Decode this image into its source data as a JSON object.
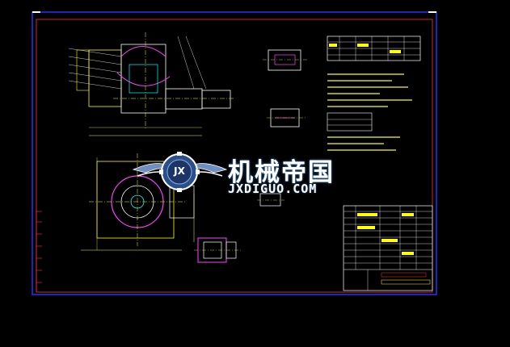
{
  "viewer": {
    "background": "#000000",
    "frame_color": "#1a2bff",
    "title_chip_text": "",
    "side_label_text": ""
  },
  "watermark": {
    "brand_cn": "机械帝国",
    "brand_en": "JXDIGUO.COM",
    "badge_text": "JX"
  },
  "drawing": {
    "colors": {
      "yellow": "#ffff00",
      "magenta": "#ff40ff",
      "white": "#ffffff",
      "cyan": "#00ffff",
      "red": "#ff2020",
      "green": "#20ff20",
      "blue": "#2040ff"
    }
  }
}
